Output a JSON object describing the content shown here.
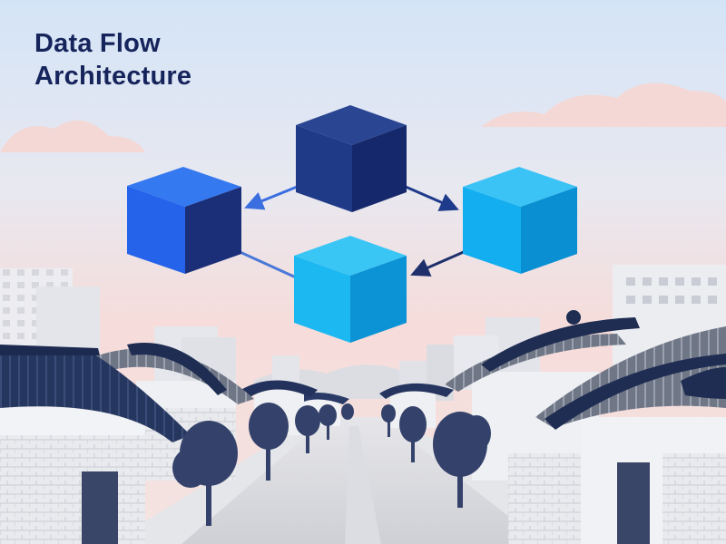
{
  "title": {
    "line1": "Data Flow",
    "line2": "Architecture"
  },
  "diagram": {
    "nodes": [
      {
        "id": "top",
        "color_front": "#1e3a8a",
        "color_side": "#15286e",
        "color_top": "#2a4a9f"
      },
      {
        "id": "left",
        "color_front": "#2563eb",
        "color_side": "#1a2e75",
        "color_top": "#3b82f6"
      },
      {
        "id": "right",
        "color_front": "#0ea5e9",
        "color_side": "#0284c7",
        "color_top": "#38bdf8"
      },
      {
        "id": "bottom",
        "color_front": "#1fb6f0",
        "color_side": "#0c8fd1",
        "color_top": "#38c7f5"
      }
    ],
    "edges": [
      {
        "from": "top",
        "to": "left",
        "color": "#3b6fe0"
      },
      {
        "from": "top",
        "to": "right",
        "color": "#1e3a8a"
      },
      {
        "from": "right",
        "to": "bottom",
        "color": "#1e2f6b"
      },
      {
        "from": "left",
        "to": "bottom",
        "color": "#4a78d8"
      }
    ]
  },
  "colors": {
    "sky_top": "#d7e6f7",
    "sky_bottom": "#f7dede",
    "roof": "#1f2d52",
    "wall": "#f3f4f6",
    "tree": "#34426b",
    "road": "#d8d9dd"
  }
}
